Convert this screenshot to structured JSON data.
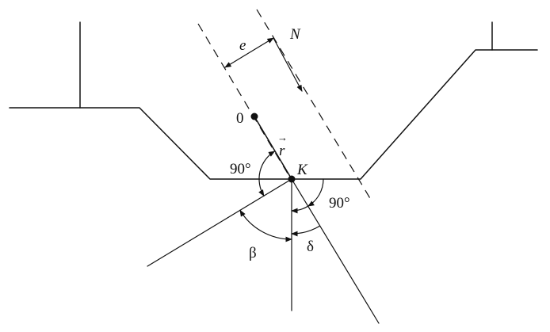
{
  "labels": {
    "origin": "0",
    "point_k": "K",
    "vector_r": "r",
    "vector_r_arrow": "→",
    "offset_e": "e",
    "normal_n": "N",
    "right_angle_left": "90°",
    "right_angle_right": "90°",
    "angle_beta": "β",
    "angle_delta": "δ"
  }
}
